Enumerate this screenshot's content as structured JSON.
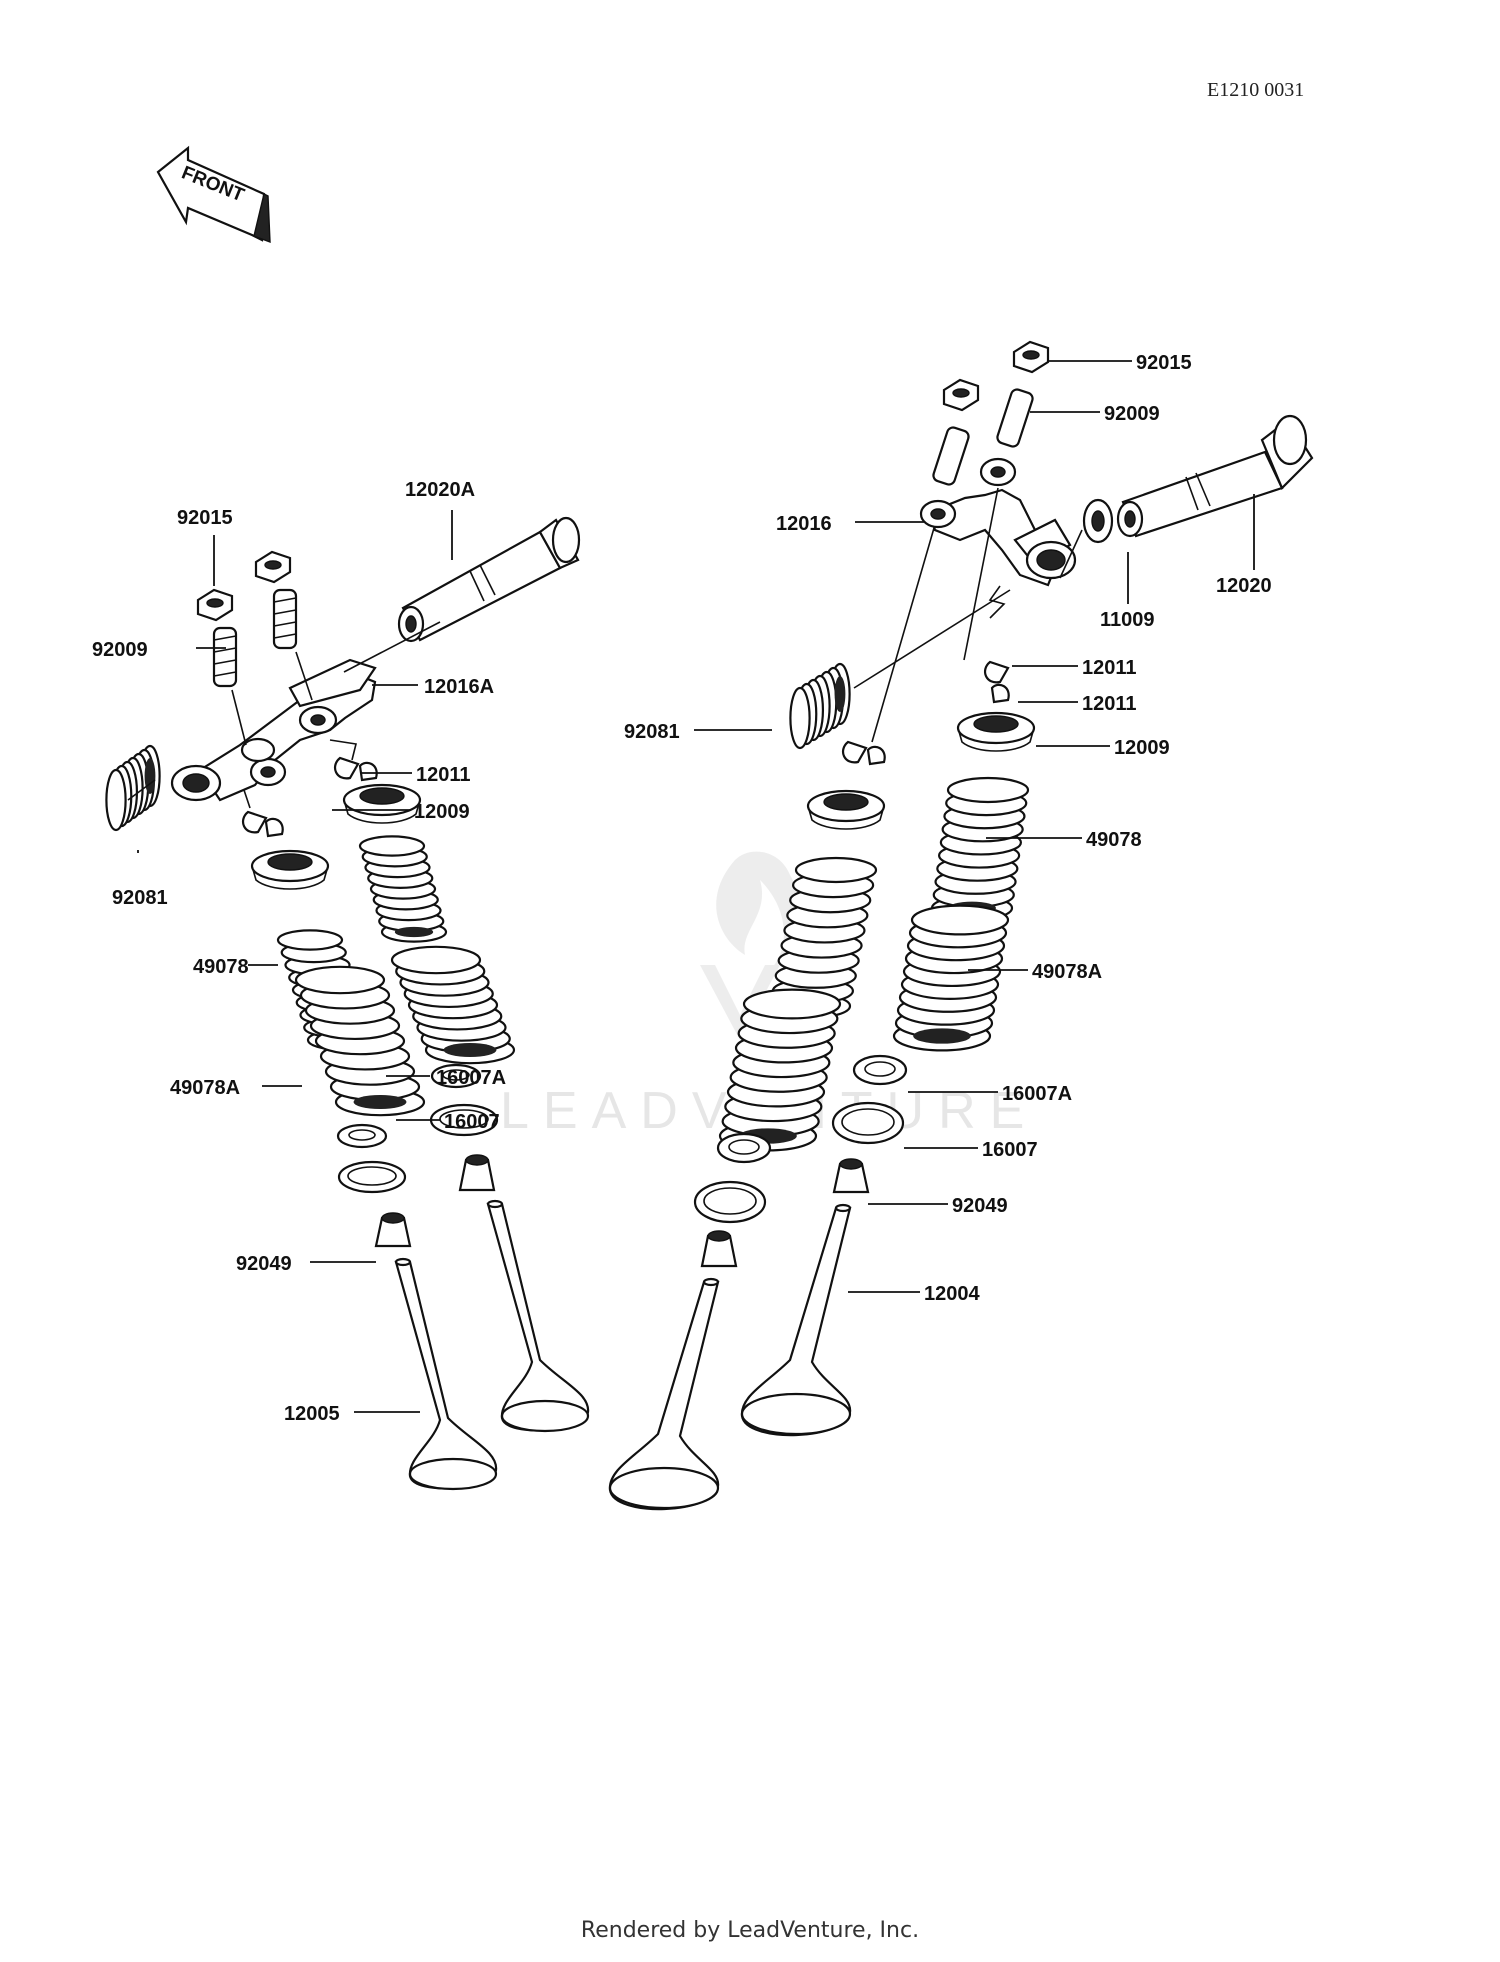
{
  "diagram_code": "E1210 0031",
  "front_label": "FRONT",
  "watermark": "LEADVENTURE",
  "footer": "Rendered by LeadVenture, Inc.",
  "callouts": {
    "c92015_l": "92015",
    "c92009_l": "92009",
    "c12020A": "12020A",
    "c12016A": "12016A",
    "c12011_l": "12011",
    "c12009_l": "12009",
    "c92081_l": "92081",
    "c49078_l": "49078",
    "c49078A_l": "49078A",
    "c16007A_l": "16007A",
    "c16007_l": "16007",
    "c92049_l": "92049",
    "c12005": "12005",
    "c92015_r": "92015",
    "c92009_r": "92009",
    "c12016": "12016",
    "c12020": "12020",
    "c11009": "11009",
    "c12011_r1": "12011",
    "c12011_r2": "12011",
    "c92081_r": "92081",
    "c12009_r": "12009",
    "c49078_r": "49078",
    "c49078A_r": "49078A",
    "c16007A_r": "16007A",
    "c16007_r": "16007",
    "c92049_r": "92049",
    "c12004": "12004"
  }
}
